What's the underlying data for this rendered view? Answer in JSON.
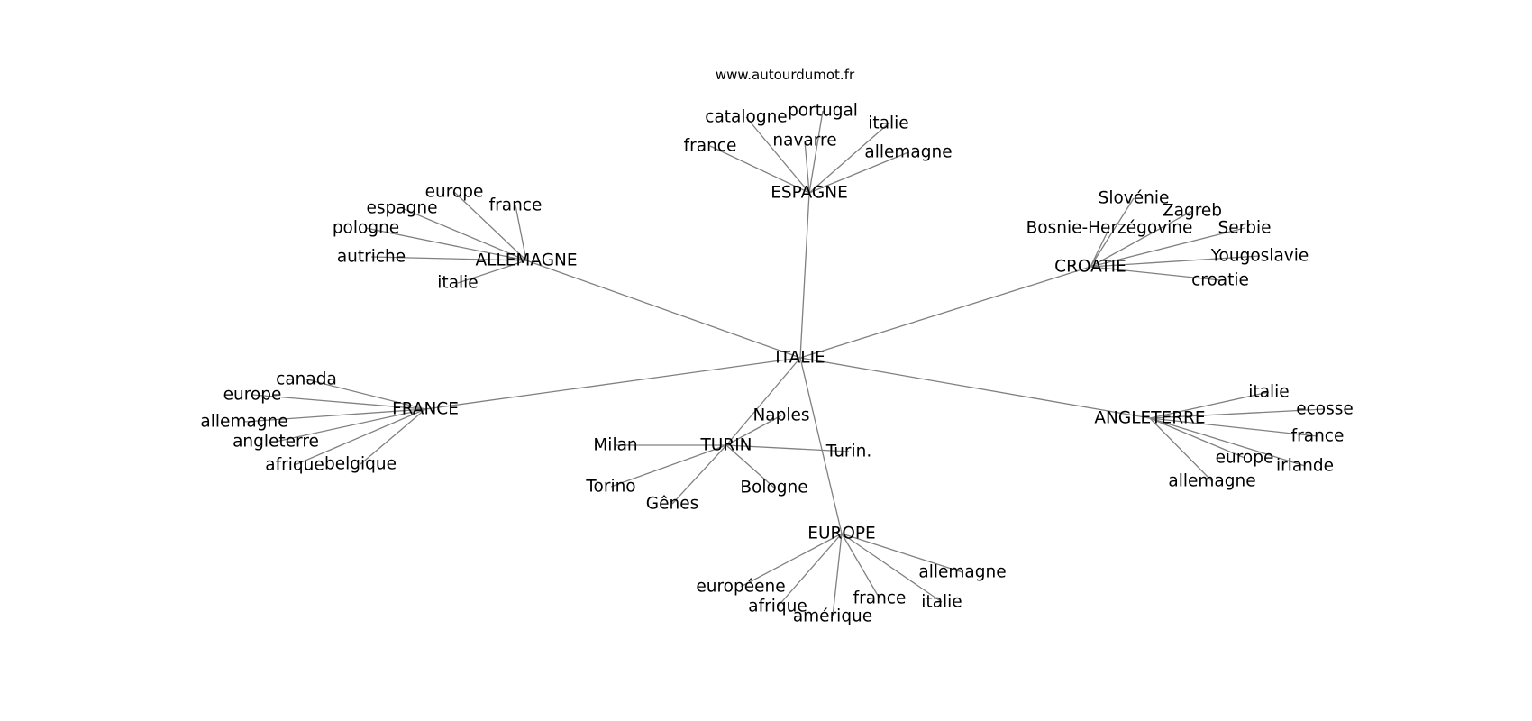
{
  "source": "www.autourdumot.fr",
  "graph": {
    "center": "ITALIE",
    "hubs": [
      {
        "id": "espagne",
        "label": "ESPAGNE",
        "leaves": [
          "catalogne",
          "portugal",
          "italie",
          "navarre",
          "france",
          "allemagne"
        ]
      },
      {
        "id": "allemagne",
        "label": "ALLEMAGNE",
        "leaves": [
          "europe",
          "france",
          "espagne",
          "pologne",
          "autriche",
          "italie"
        ]
      },
      {
        "id": "croatie",
        "label": "CROATIE",
        "leaves": [
          "Slovénie",
          "Zagreb",
          "Bosnie-Herzégovine",
          "Serbie",
          "Yougoslavie",
          "croatie"
        ]
      },
      {
        "id": "france",
        "label": "FRANCE",
        "leaves": [
          "canada",
          "europe",
          "allemagne",
          "angleterre",
          "afrique",
          "belgique"
        ]
      },
      {
        "id": "turin",
        "label": "TURIN",
        "leaves": [
          "Naples",
          "Milan",
          "Turin.",
          "Torino",
          "Gênes",
          "Bologne"
        ]
      },
      {
        "id": "angleterre",
        "label": "ANGLETERRE",
        "leaves": [
          "italie",
          "ecosse",
          "france",
          "europe",
          "irlande",
          "allemagne"
        ]
      },
      {
        "id": "europe",
        "label": "EUROPE",
        "leaves": [
          "allemagne",
          "européene",
          "france",
          "italie",
          "afrique",
          "amérique"
        ]
      }
    ]
  }
}
